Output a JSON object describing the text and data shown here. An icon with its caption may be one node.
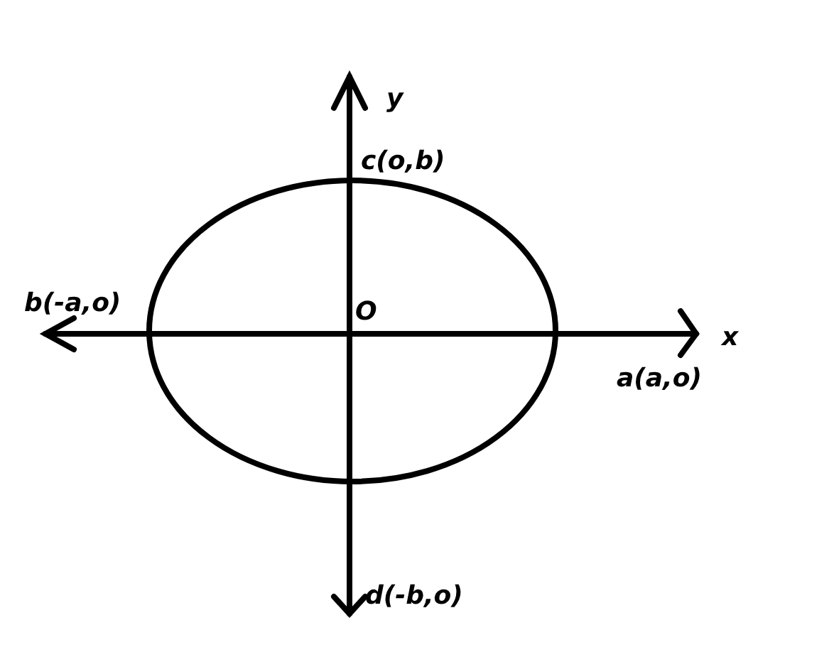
{
  "diagram": {
    "labels": [
      "y",
      "c(o,b)",
      "b(-a,o)",
      "O",
      "x",
      "a(a,o)",
      "d(-b,o)"
    ]
  }
}
